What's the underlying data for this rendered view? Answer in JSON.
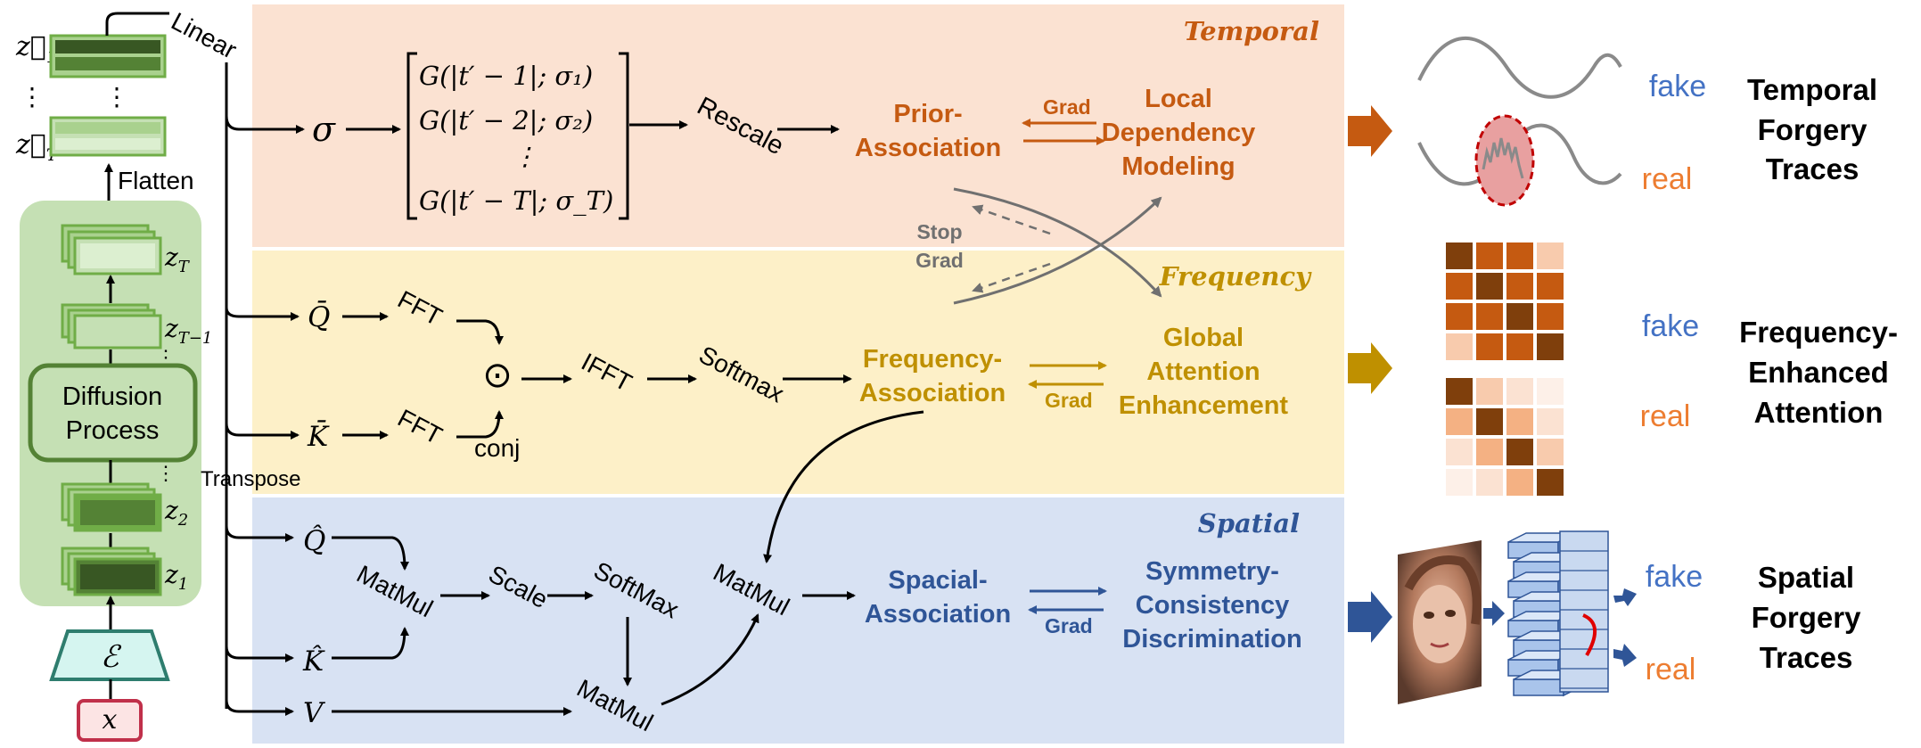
{
  "colors": {
    "temporal_bg": "#fbe2d2",
    "frequency_bg": "#fdf0c8",
    "spatial_bg": "#d8e2f3",
    "temporal_text": "#c55a11",
    "frequency_text": "#bf9000",
    "spatial_text": "#2f5597",
    "fake_text": "#4472c4",
    "real_text": "#ed7d31",
    "green_panel": "#c5e0b4",
    "green_border": "#70ad47",
    "green_dark": "#385723",
    "encoder_fill": "#d5f5f0",
    "encoder_stroke": "#2e7d6e",
    "input_stroke": "#c0304a"
  },
  "left": {
    "linear": "Linear",
    "z1_vec": "z⃗",
    "z1_sub": "1",
    "zT_vec": "z⃗",
    "zT_sub": "T",
    "dots": "⋮",
    "flatten": "Flatten",
    "zT": "z",
    "zT_s": "T",
    "zT1": "z",
    "zT1_s": "T−1",
    "z2": "z",
    "z2_s": "2",
    "z1": "z",
    "z1_s": "1",
    "diffusion_line1": "Diffusion",
    "diffusion_line2": "Process",
    "encoder": "ℰ",
    "input": "x",
    "transpose": "Transpose"
  },
  "temporal": {
    "title": "Temporal",
    "sigma": "σ",
    "matrix_rows": [
      "G(|t′ − 1|; σ₁)",
      "G(|t′ − 2|; σ₂)",
      "⋮",
      "G(|t′ − T|; σ_T)"
    ],
    "rescale": "Rescale",
    "prior_line1": "Prior-",
    "prior_line2": "Association",
    "grad": "Grad",
    "local_line1": "Local",
    "local_line2": "Dependency",
    "local_line3": "Modeling",
    "stop_line1": "Stop",
    "stop_line2": "Grad"
  },
  "frequency": {
    "title": "Frequency",
    "q_bar": "Q̄",
    "k_bar": "K̄",
    "fft1": "FFT",
    "fft2": "FFT",
    "odot": "⊙",
    "conj": "conj",
    "ifft": "IFFT",
    "softmax": "Softmax",
    "assoc_line1": "Frequency-",
    "assoc_line2": "Association",
    "grad": "Grad",
    "global_line1": "Global",
    "global_line2": "Attention",
    "global_line3": "Enhancement"
  },
  "spatial": {
    "title": "Spatial",
    "q_hat": "Q̂",
    "k_hat": "K̂",
    "v": "V",
    "matmul1": "MatMul",
    "scale": "Scale",
    "softmax": "SoftMax",
    "matmul2": "MatMul",
    "matmul3": "MatMul",
    "assoc_line1": "Spacial-",
    "assoc_line2": "Association",
    "grad": "Grad",
    "sym_line1": "Symmetry-",
    "sym_line2": "Consistency",
    "sym_line3": "Discrimination"
  },
  "right": {
    "fake1": "fake",
    "real1": "real",
    "temporal_line1": "Temporal",
    "temporal_line2": "Forgery",
    "temporal_line3": "Traces",
    "fake2": "fake",
    "real2": "real",
    "freq_line1": "Frequency-",
    "freq_line2": "Enhanced",
    "freq_line3": "Attention",
    "fake3": "fake",
    "real3": "real",
    "spatial_line1": "Spatial",
    "spatial_line2": "Forgery",
    "spatial_line3": "Traces",
    "grid_fake": [
      [
        "#7f3f0c",
        "#c55a11",
        "#c55a11",
        "#f8cbad"
      ],
      [
        "#c55a11",
        "#7f3f0c",
        "#c55a11",
        "#c55a11"
      ],
      [
        "#c55a11",
        "#c55a11",
        "#7f3f0c",
        "#c55a11"
      ],
      [
        "#f8cbad",
        "#c55a11",
        "#c55a11",
        "#7f3f0c"
      ]
    ],
    "grid_real": [
      [
        "#7f3f0c",
        "#f8cbad",
        "#fbe2d2",
        "#fdf0e8"
      ],
      [
        "#f4b183",
        "#7f3f0c",
        "#f4b183",
        "#fbe2d2"
      ],
      [
        "#fbe2d2",
        "#f4b183",
        "#7f3f0c",
        "#f8cbad"
      ],
      [
        "#fdf0e8",
        "#fbe2d2",
        "#f4b183",
        "#7f3f0c"
      ]
    ]
  }
}
